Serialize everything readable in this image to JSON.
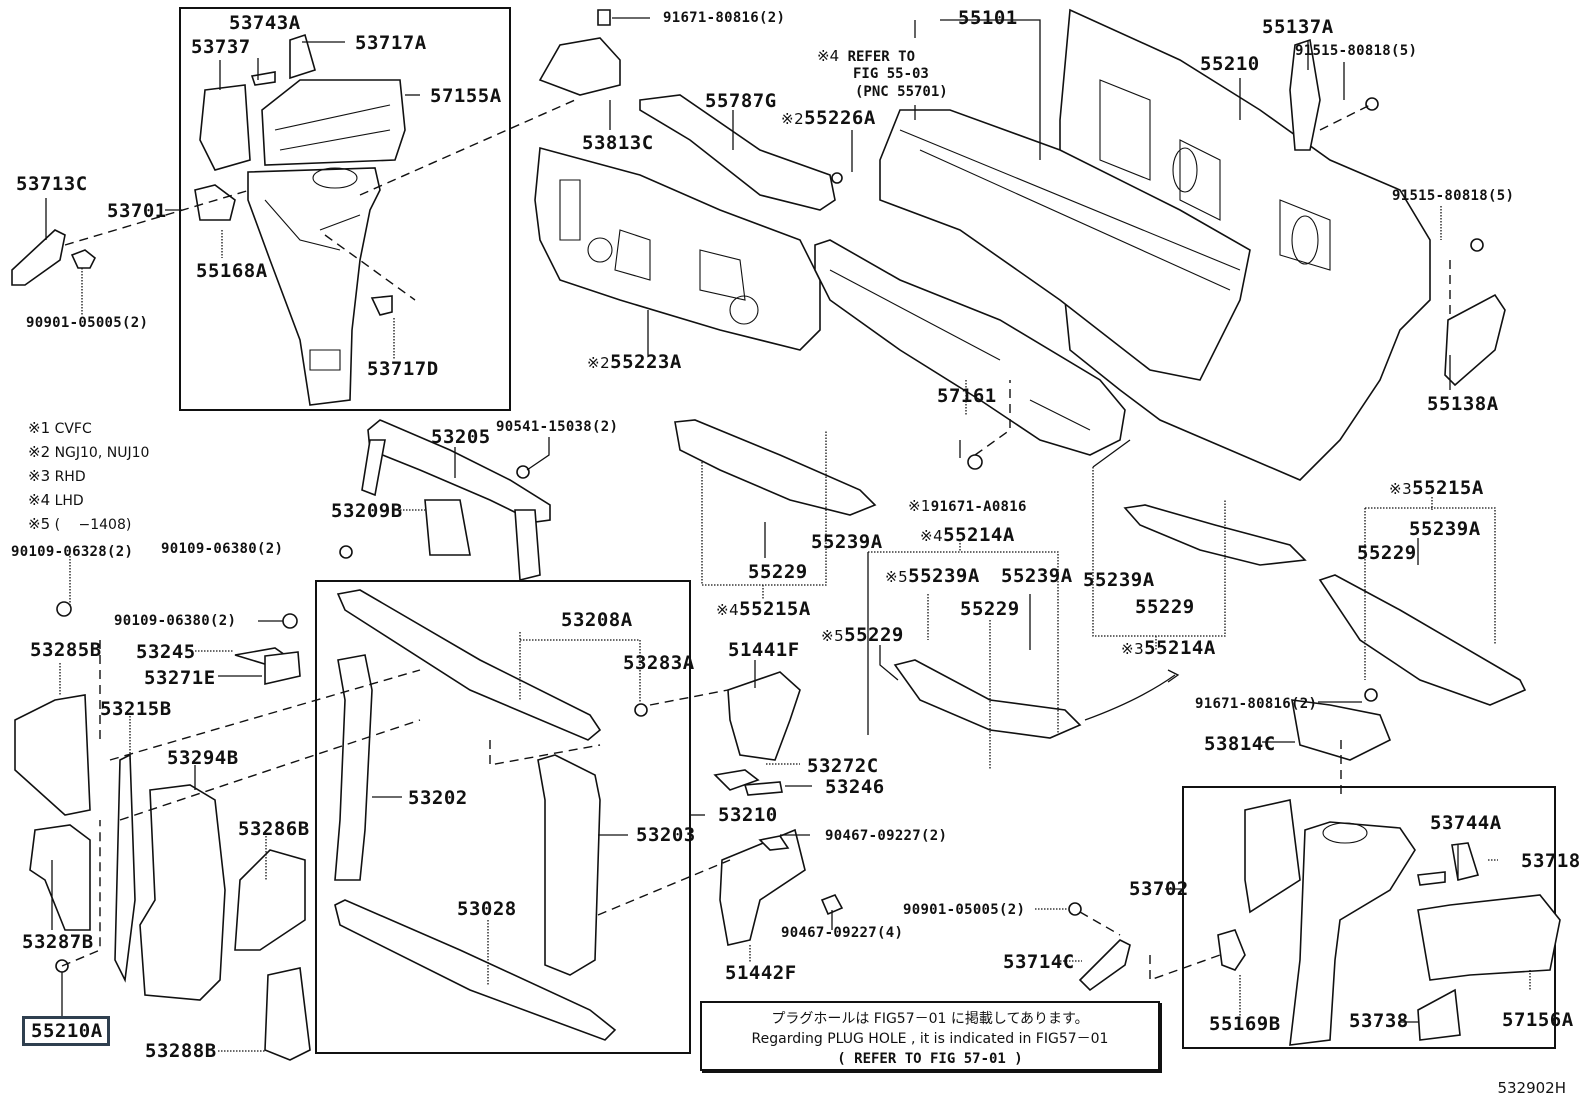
{
  "figure": {
    "figure_id": "532902H",
    "highlighted_part": "55210A"
  },
  "legend": [
    {
      "mark": "※1",
      "text": "CVFC"
    },
    {
      "mark": "※2",
      "text": "NGJ10, NUJ10"
    },
    {
      "mark": "※3",
      "text": "RHD"
    },
    {
      "mark": "※4",
      "text": "LHD"
    },
    {
      "mark": "※5",
      "text": "(　 −1408)"
    }
  ],
  "refer_note": {
    "mark": "※4",
    "line1": "REFER TO",
    "line2": "FIG 55-03",
    "line3": "(PNC 55701)"
  },
  "notebox": {
    "japanese": "プラグホールは FIG57－01 に掲載してあります。",
    "english": "Regarding PLUG HOLE , it is indicated in FIG57－01",
    "refer": "(  REFER TO FIG 57-01 )"
  },
  "parts": {
    "p53743A": "53743A",
    "p53737": "53737",
    "p53717A": "53717A",
    "p57155A": "57155A",
    "p53713C": "53713C",
    "p53701": "53701",
    "p55168A": "55168A",
    "p90901_05005_top": "90901-05005(2)",
    "p53717D": "53717D",
    "p91671_80816_top": "91671-80816(2)",
    "p53813C": "53813C",
    "p55787G": "55787G",
    "p55226A": "55226A",
    "p55226A_mark": "※2",
    "p55223A": "55223A",
    "p55223A_mark": "※2",
    "p55101": "55101",
    "p55210": "55210",
    "p55137A": "55137A",
    "p91515_80818_a": "91515-80818(5)",
    "p91515_80818_b": "91515-80818(5)",
    "p55138A": "55138A",
    "p57161": "57161",
    "p91671_A0816": "91671-A0816",
    "p91671_A0816_mark": "※1",
    "p53205": "53205",
    "p90541_15038": "90541-15038(2)",
    "p53209B": "53209B",
    "p90109_06328": "90109-06328(2)",
    "p90109_06380_a": "90109-06380(2)",
    "p90109_06380_b": "90109-06380(2)",
    "p53285B": "53285B",
    "p53245": "53245",
    "p53271E": "53271E",
    "p53215B": "53215B",
    "p53294B": "53294B",
    "p53286B": "53286B",
    "p53287B": "53287B",
    "p55210A": "55210A",
    "p53288B": "53288B",
    "p53208A": "53208A",
    "p53283A": "53283A",
    "p53202": "53202",
    "p53203": "53203",
    "p53028": "53028",
    "p53210": "53210",
    "p51441F": "51441F",
    "p53272C": "53272C",
    "p53246": "53246",
    "p90467_09227_2": "90467-09227(2)",
    "p90467_09227_4": "90467-09227(4)",
    "p51442F": "51442F",
    "p55239A_left": "55239A",
    "p55229_left": "55229",
    "p55215A_left": "55215A",
    "p55215A_left_mark": "※4",
    "p55214A_left": "55214A",
    "p55214A_left_mark": "※4",
    "p55239A_mid1": "55239A",
    "p55239A_mid1_mark": "※5",
    "p55239A_mid2": "55239A",
    "p55229_mid": "55229",
    "p55229_mid5": "55229",
    "p55229_mid5_mark": "※5",
    "p55239A_right": "55239A",
    "p55229_right": "55229",
    "p55214A_right": "55214A",
    "p55214A_right_mark": "※3",
    "p55215A_right": "55215A",
    "p55215A_right_mark": "※3",
    "p55239A_far": "55239A",
    "p55229_far": "55229",
    "p91671_80816_bot": "91671-80816(2)",
    "p53814C": "53814C",
    "p90901_05005_bot": "90901-05005(2)",
    "p53702": "53702",
    "p53714C": "53714C",
    "p53744A": "53744A",
    "p53718": "53718",
    "p55169B": "55169B",
    "p53738": "53738",
    "p57156A": "57156A"
  }
}
